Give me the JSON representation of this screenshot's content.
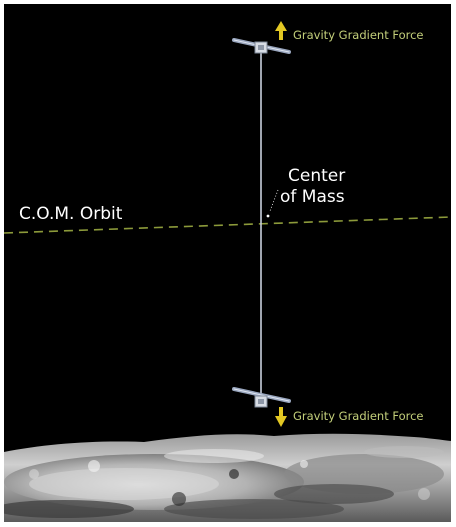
{
  "labels": {
    "force_top": "Gravity Gradient Force",
    "force_bottom": "Gravity Gradient Force",
    "orbit": "C.O.M. Orbit",
    "center_line1": "Center",
    "center_line2": "of Mass"
  },
  "colors": {
    "background": "#000000",
    "frame": "#ffffff",
    "force_label": "#c3cf7a",
    "arrow": "#e3c823",
    "orbit_dashes": "#8c9a3a",
    "tether": "#c9d0dc",
    "solar_panel": "#9aa7bf",
    "satellite_body": "#d7dce4",
    "text": "#ffffff"
  },
  "icons": {
    "top_arrow": "arrow-up-icon",
    "bottom_arrow": "arrow-down-icon",
    "top_satellite": "satellite-icon",
    "bottom_satellite": "satellite-icon"
  }
}
